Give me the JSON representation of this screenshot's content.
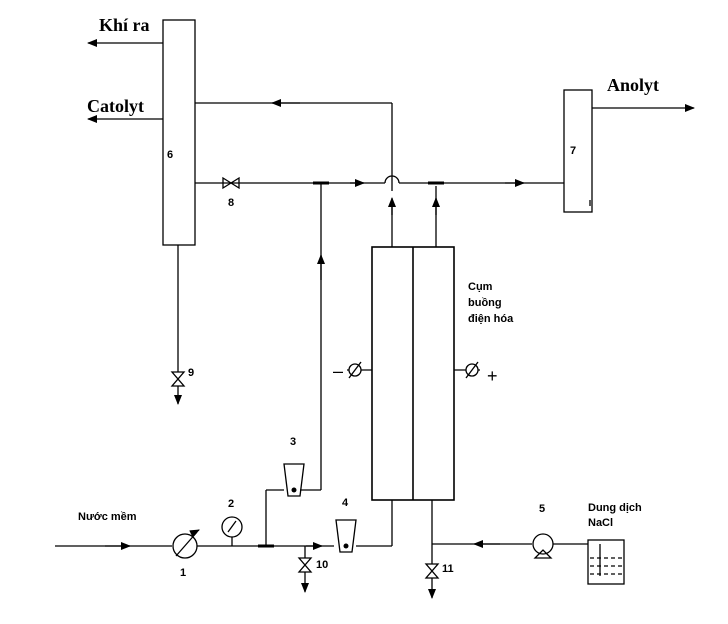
{
  "labels": {
    "khi_ra": "Khí ra",
    "catolyt": "Catolyt",
    "anolyt": "Anolyt",
    "cum_line1": "Cụm",
    "cum_line2": "buồng",
    "cum_line3": "điện hóa",
    "nuoc_mem": "Nước mềm",
    "dung_dich_line1": "Dung dịch",
    "dung_dich_line2": "NaCl",
    "minus": "–",
    "plus": "+"
  },
  "numbers": {
    "n1": "1",
    "n2": "2",
    "n3": "3",
    "n4": "4",
    "n5": "5",
    "n6": "6",
    "n7": "7",
    "n8": "8",
    "n9": "9",
    "n10": "10",
    "n11": "11"
  },
  "colors": {
    "stroke": "#000000",
    "background": "#ffffff"
  }
}
